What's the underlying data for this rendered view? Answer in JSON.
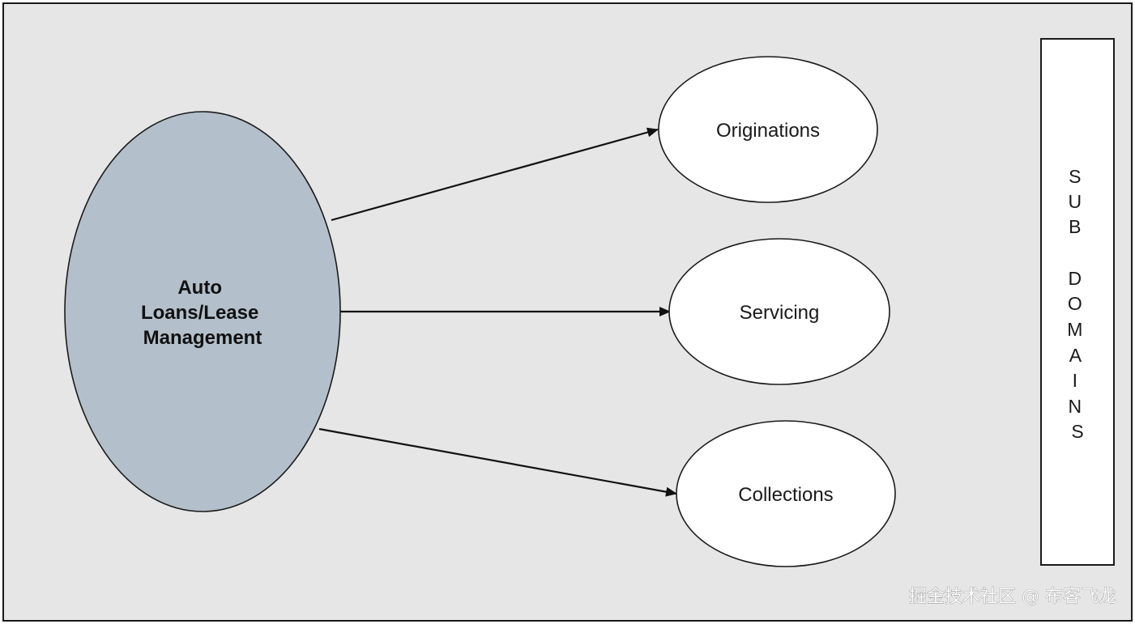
{
  "colors": {
    "panel_background": "#e6e6e6",
    "main_node_fill": "#b3c0cb",
    "sub_node_fill": "#ffffff",
    "stroke": "#1a1a1a"
  },
  "main_node": {
    "lines": [
      "Auto",
      "Loans/Lease",
      "Management"
    ]
  },
  "sub_nodes": [
    {
      "label": "Originations"
    },
    {
      "label": "Servicing"
    },
    {
      "label": "Collections"
    }
  ],
  "side_label": {
    "letters": [
      "S",
      "U",
      "B",
      "",
      "D",
      "O",
      "M",
      "A",
      "I",
      "N",
      "S"
    ]
  },
  "watermark": "掘金技术社区 @ 布客飞龙"
}
